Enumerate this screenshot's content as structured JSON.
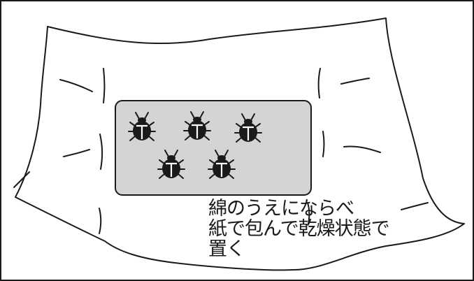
{
  "caption": {
    "line1": "綿のうえにならべ",
    "line2": "紙で包んで乾燥状態で",
    "line3": "置く"
  },
  "colors": {
    "stroke": "#1a1a1a",
    "tray_fill": "#d4d4d4",
    "bug_fill": "#1a1a1a",
    "bug_mark": "#ffffff",
    "background": "#ffffff"
  },
  "icons": {
    "bug": "stink-bug-icon",
    "count": 5
  }
}
